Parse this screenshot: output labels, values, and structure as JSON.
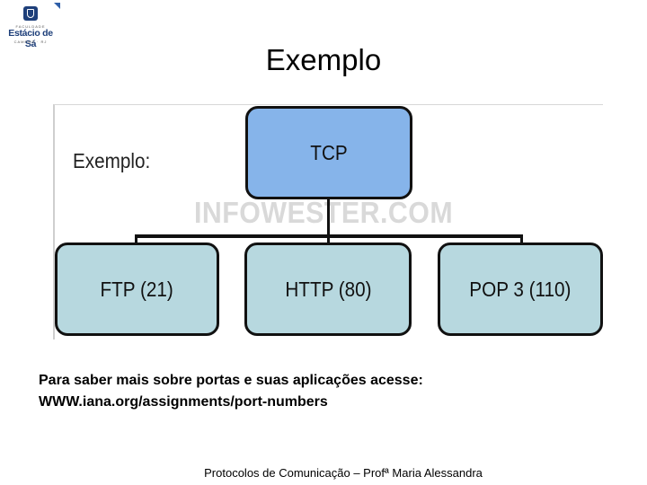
{
  "logo": {
    "top_text": "FACULDADE",
    "name": "Estácio de Sá",
    "bottom_text": "CAMPOS · RJ"
  },
  "slide": {
    "title": "Exemplo"
  },
  "diagram": {
    "side_label": "Exemplo:",
    "watermark": "INFOWESTER.COM",
    "root": "TCP",
    "children": [
      "FTP (21)",
      "HTTP (80)",
      "POP 3 (110)"
    ],
    "colors": {
      "root_fill": "#86b4ea",
      "child_fill": "#b7d8df",
      "outline": "#111111"
    }
  },
  "info": {
    "line1": "Para saber mais sobre portas e suas aplicações acesse:",
    "line2": "WWW.iana.org/assignments/port-numbers"
  },
  "footer": {
    "text": "Protocolos de Comunicação – Profª Maria Alessandra"
  }
}
